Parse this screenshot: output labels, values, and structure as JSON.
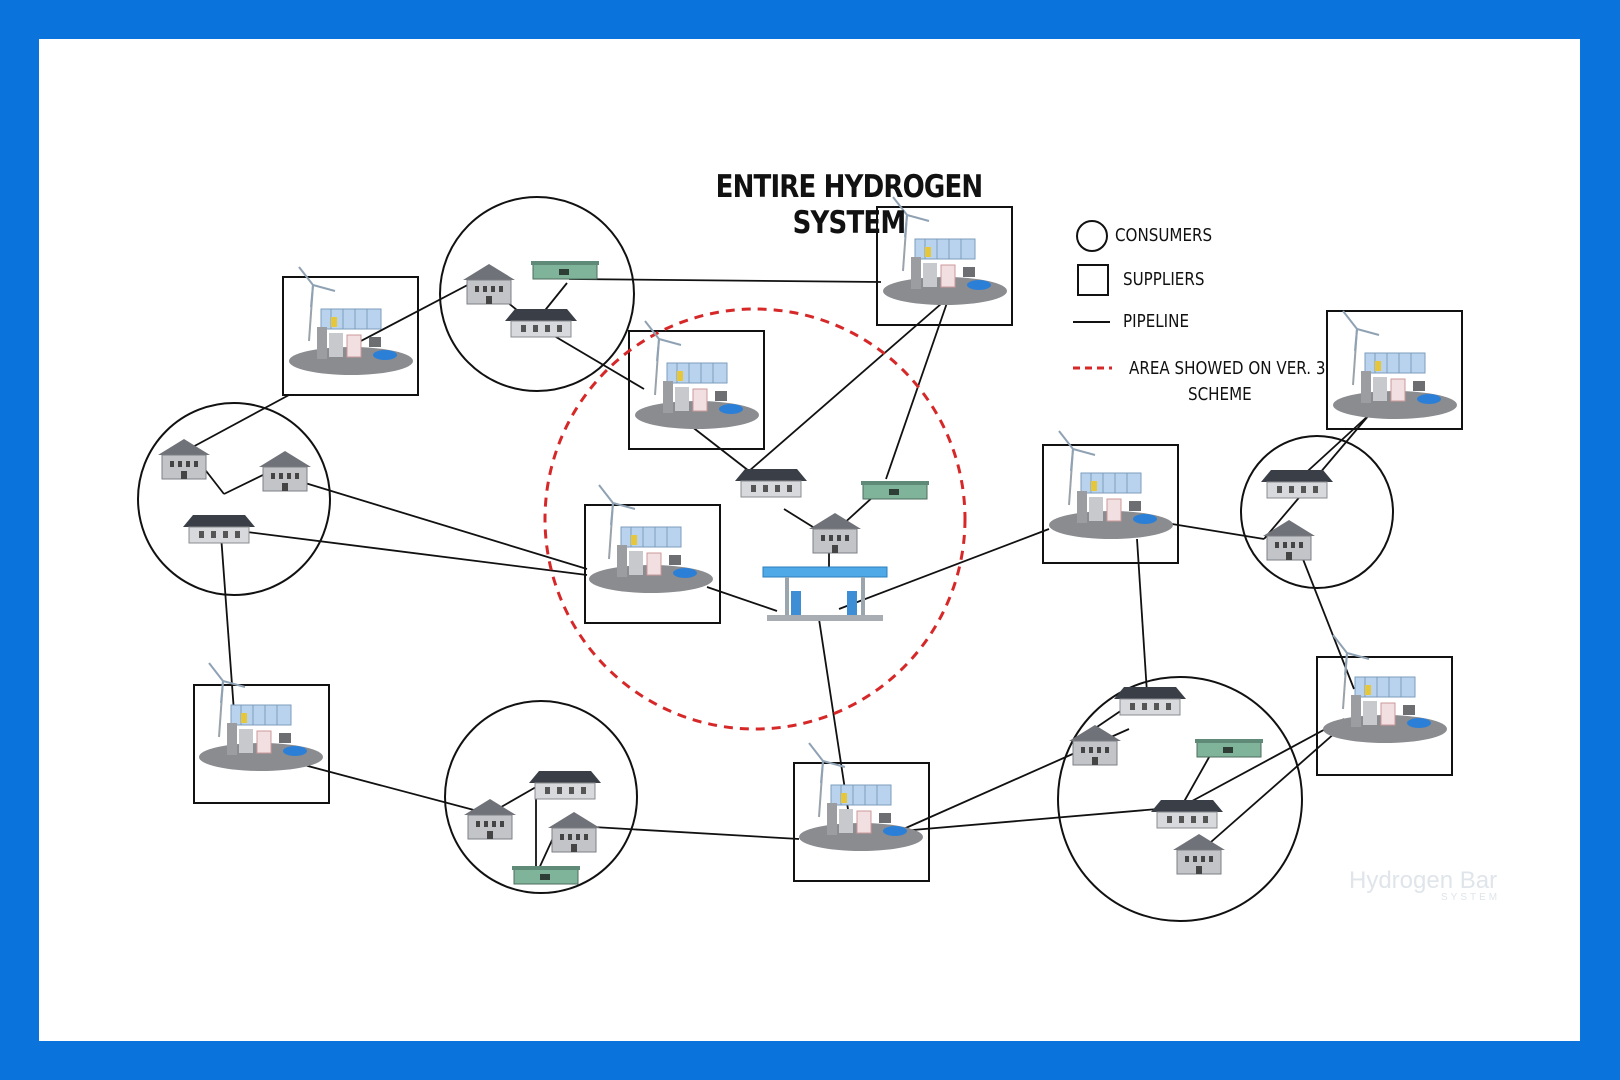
{
  "title": "ENTIRE HYDROGEN SYSTEM",
  "legend": {
    "consumers": "CONSUMERS",
    "suppliers": "SUPPLIERS",
    "pipeline": "PIPELINE",
    "area_line1": "AREA SHOWED ON VER. 3",
    "area_line2": "SCHEME"
  },
  "watermark": {
    "text": "Hydrogen Bar",
    "sub": "SYSTEM"
  },
  "colors": {
    "frame": "#0a74dc",
    "area_dash": "#d62828",
    "house_roof": "#3a3f47",
    "house_wall": "#d7d9dd",
    "cabin": "#7fb39a"
  },
  "icons": {
    "supplier": "wind-solar-hydrogen-plant-icon",
    "house": "house-icon",
    "cabin": "cabin-icon",
    "station": "hydrogen-fuel-station-icon"
  }
}
